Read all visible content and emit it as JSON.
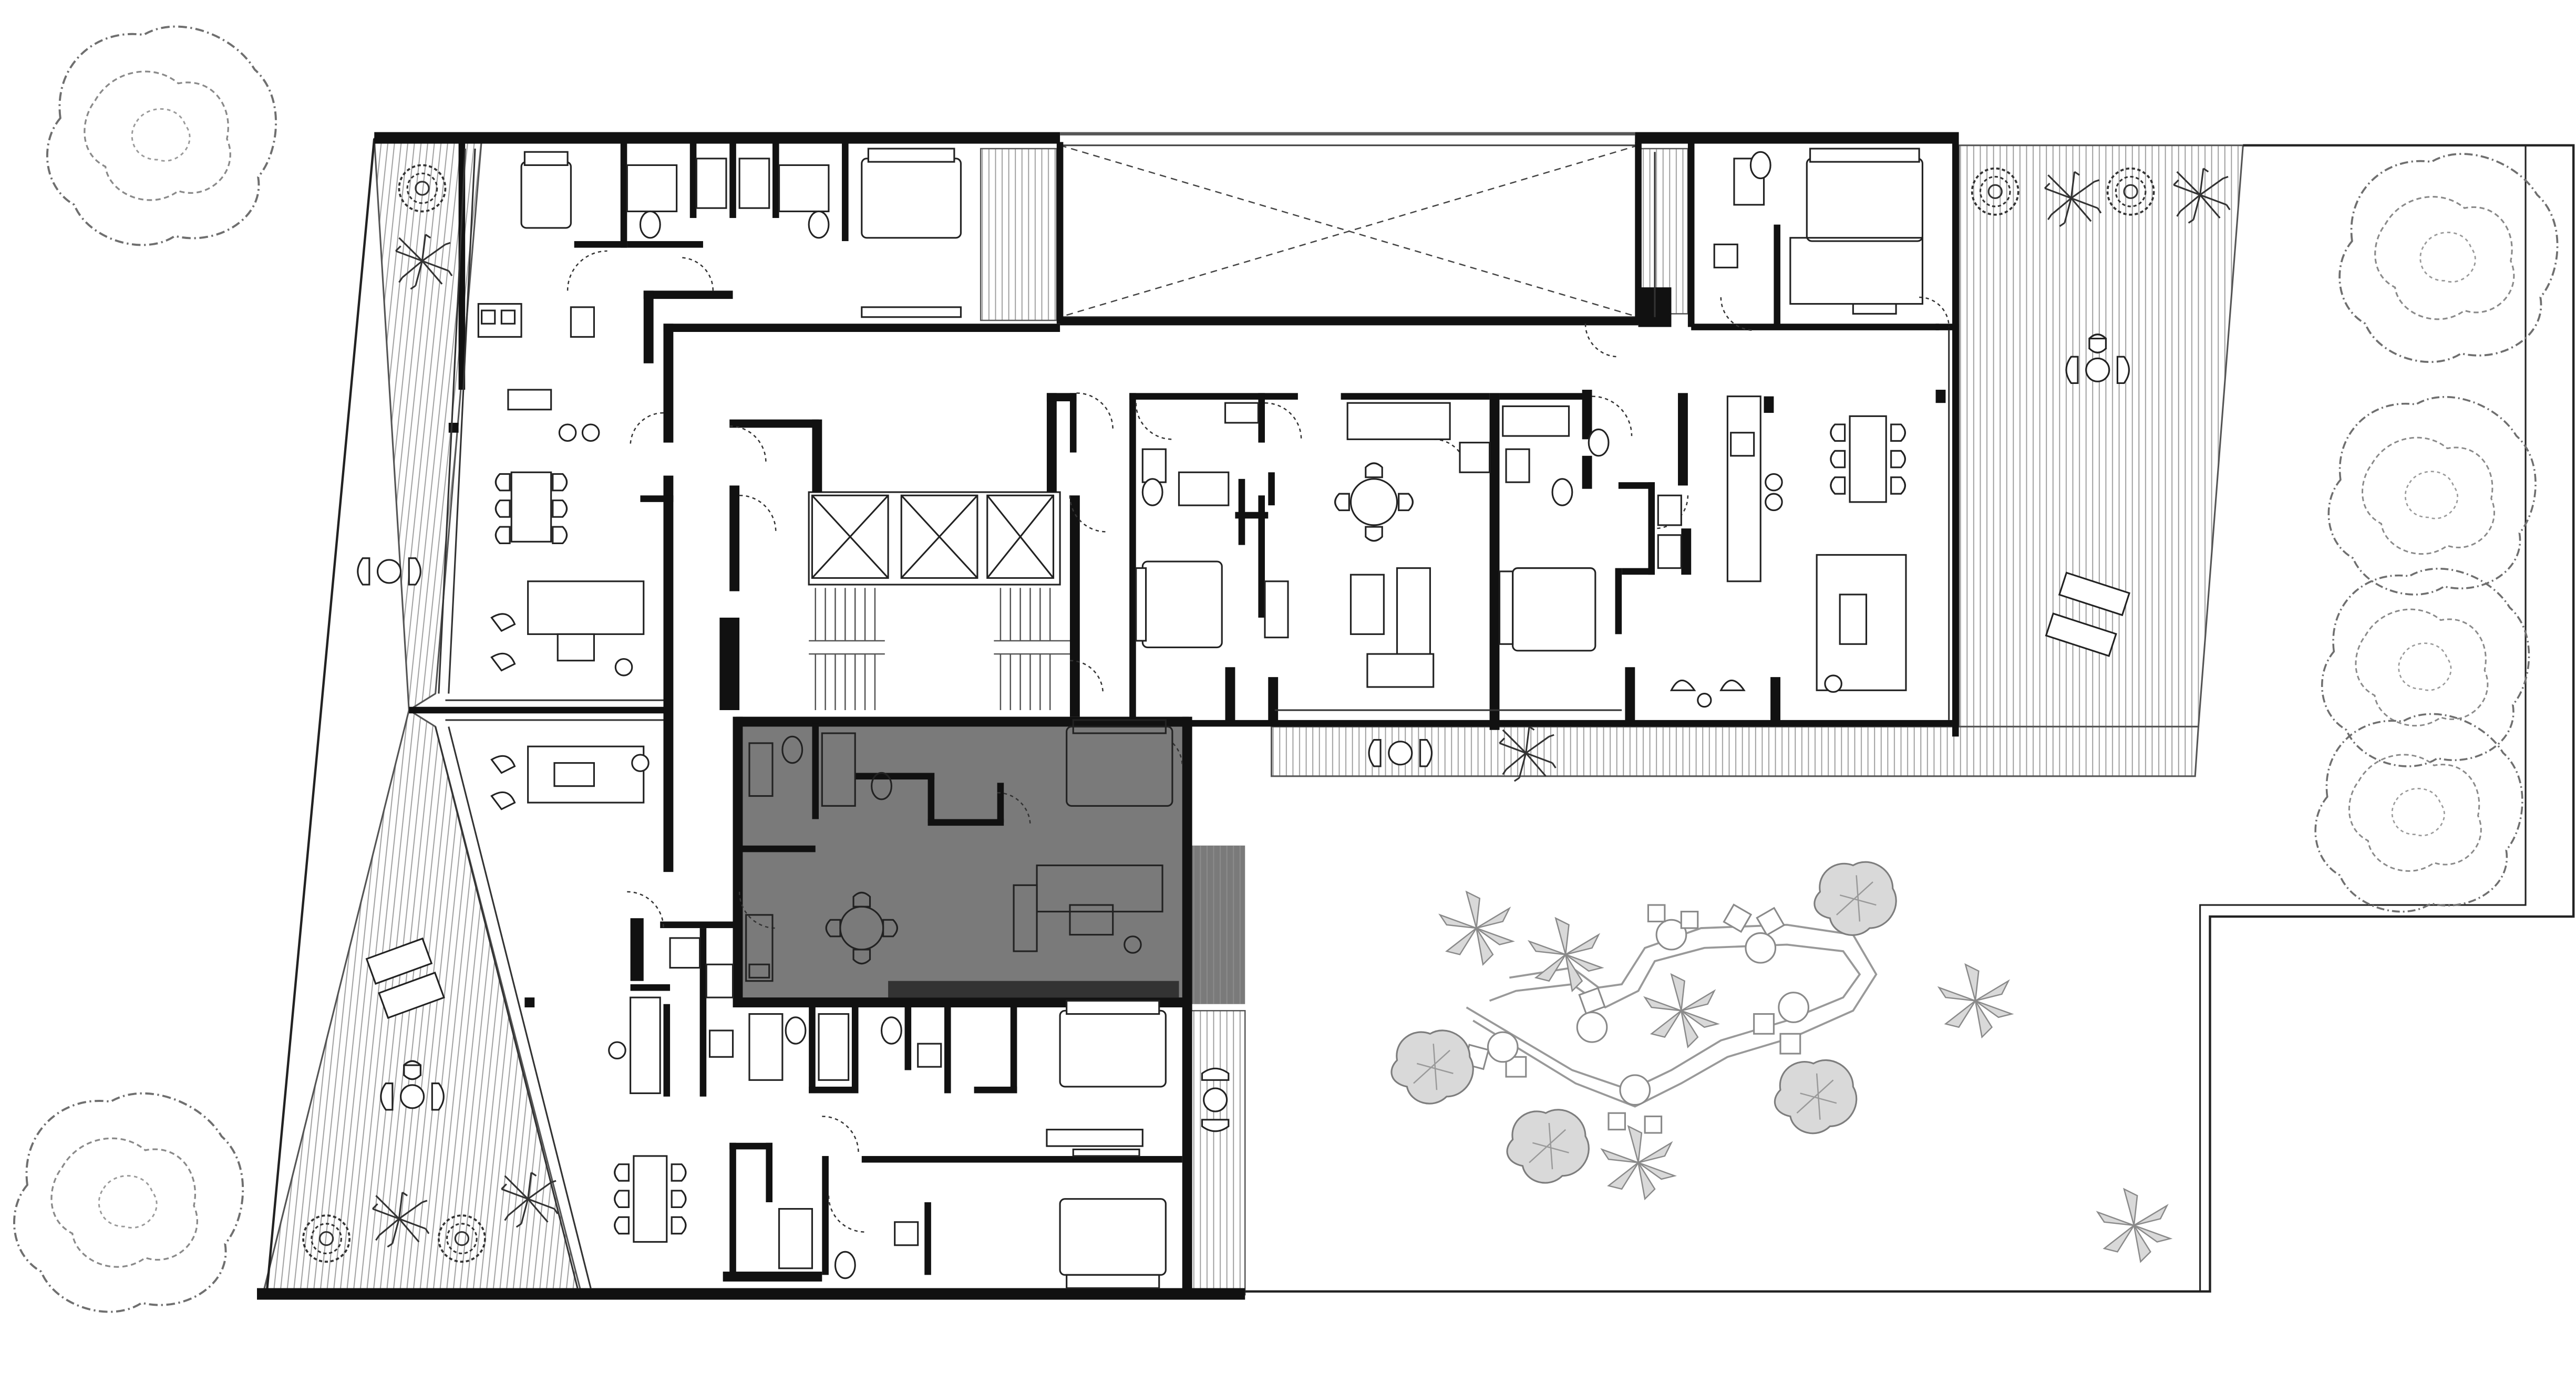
{
  "drawing": {
    "kind": "architectural floor plan",
    "labels": []
  },
  "colors": {
    "wall": "#111111",
    "line": "#222222",
    "deck": "#9a9a9a",
    "highlight_unit": "#7a7a7a",
    "vegetation_grey": "#d9d9d9",
    "background": "#ffffff"
  },
  "zones": [
    {
      "id": "left-terrace",
      "type": "wood-deck-terrace"
    },
    {
      "id": "upper-left-unit",
      "type": "apartment"
    },
    {
      "id": "central-core",
      "type": "elevators-and-stairs"
    },
    {
      "id": "north-void",
      "type": "open-void"
    },
    {
      "id": "upper-right-unit",
      "type": "apartment"
    },
    {
      "id": "east-terrace",
      "type": "wood-deck-terrace"
    },
    {
      "id": "middle-units",
      "type": "apartments"
    },
    {
      "id": "highlighted-unit",
      "type": "apartment"
    },
    {
      "id": "lower-left-unit",
      "type": "apartment"
    },
    {
      "id": "lower-units",
      "type": "apartments"
    },
    {
      "id": "garden",
      "type": "landscaped-garden"
    }
  ]
}
